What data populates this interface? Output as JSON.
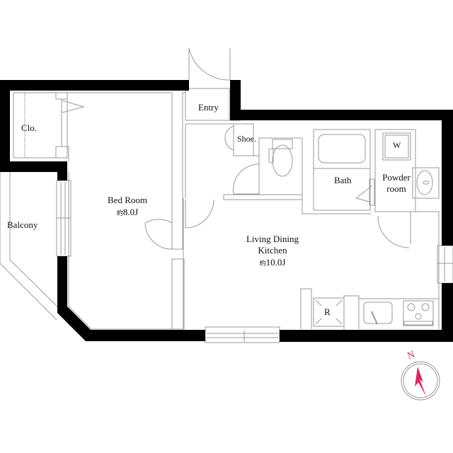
{
  "floorplan": {
    "rooms": {
      "closet": {
        "label": "Clo."
      },
      "bedroom": {
        "label": "Bed Room",
        "area_prefix": "約",
        "area": "8.0J"
      },
      "balcony": {
        "label": "Balcony"
      },
      "entry": {
        "label": "Entry"
      },
      "shoe": {
        "label": "Shoe."
      },
      "bath": {
        "label": "Bath"
      },
      "washer": {
        "label": "W"
      },
      "powder": {
        "label_line1": "Powder",
        "label_line2": "room"
      },
      "ldk": {
        "label_line1": "Living Dining",
        "label_line2": "Kitchen",
        "area_prefix": "約",
        "area": "10.0J"
      },
      "fridge": {
        "label": "R"
      }
    },
    "compass": {
      "label": "N",
      "color": "#e0245a"
    },
    "colors": {
      "wall": "#000000",
      "line": "#9a9a9a",
      "background": "#ffffff"
    }
  }
}
